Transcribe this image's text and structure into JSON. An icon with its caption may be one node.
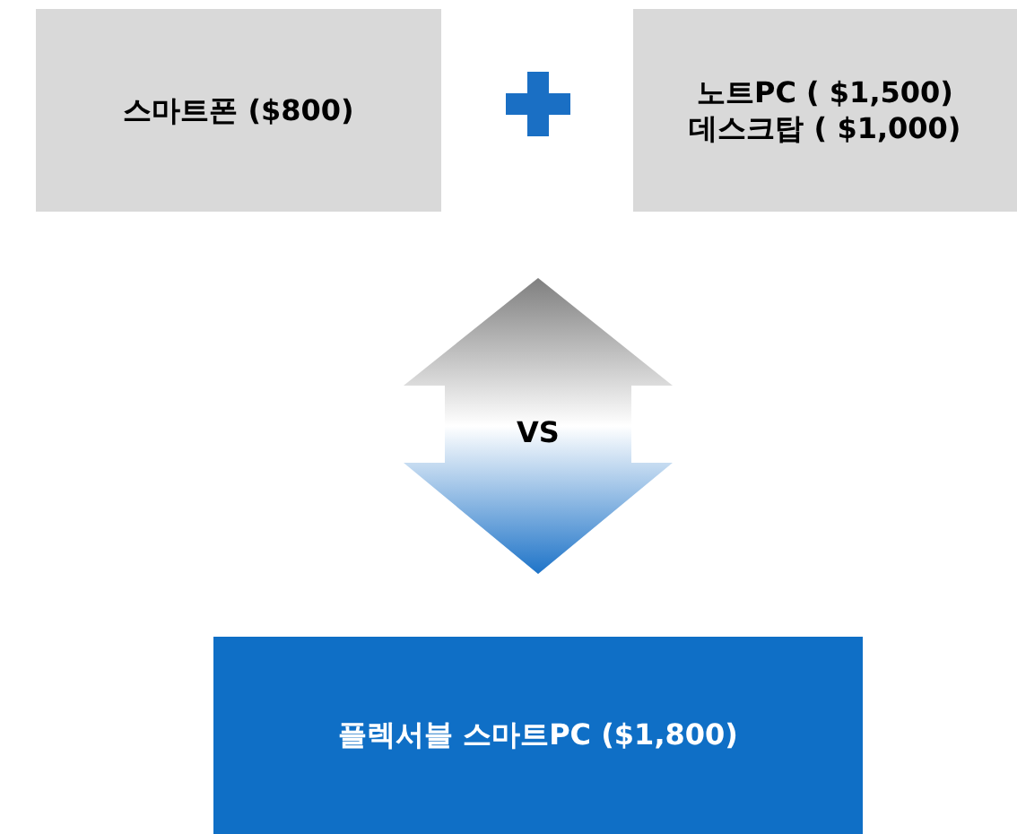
{
  "diagram": {
    "nodes": [
      {
        "text": [
          "스마트폰 ($800)"
        ]
      },
      {
        "text": [
          "노트PC ( $1,500)",
          "데스크탑 ( $1,000)"
        ]
      },
      {
        "text": [
          "플렉서블 스마트PC ($1,800)"
        ]
      }
    ],
    "edges": [
      {
        "from": 2,
        "to": 0,
        "arrow": "both",
        "label": "VS",
        "style": "thick"
      },
      {
        "from": 2,
        "to": 1,
        "arrow": "both",
        "style": "thick"
      }
    ]
  }
}
